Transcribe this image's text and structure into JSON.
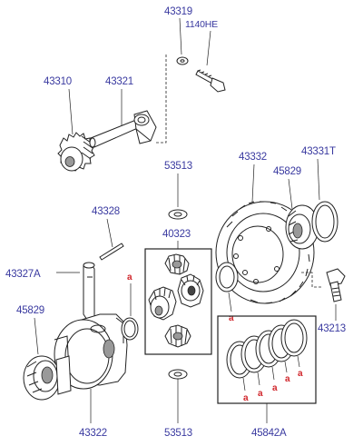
{
  "labels": {
    "p43319": "43319",
    "p1140he": "1140HE",
    "p43310": "43310",
    "p43321": "43321",
    "p53513_top": "53513",
    "p43332": "43332",
    "p43331t": "43331T",
    "p45829_right": "45829",
    "p43328": "43328",
    "p40323": "40323",
    "p43327a": "43327A",
    "p45829_left": "45829",
    "p43213": "43213",
    "p43322": "43322",
    "p53513_bottom": "53513",
    "p45842a": "45842A",
    "ring_mark": "a"
  },
  "colors": {
    "label": "#3a3aa0",
    "ring_mark": "#d0242a",
    "line": "#222222"
  }
}
